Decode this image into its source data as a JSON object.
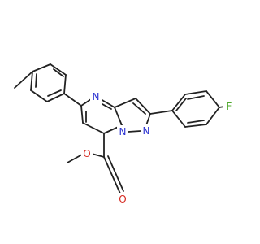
{
  "molecule": {
    "atoms": [
      {
        "symbol": "N",
        "color": "#2a31d1"
      },
      {
        "symbol": "N",
        "color": "#2a31d1"
      },
      {
        "symbol": "N",
        "color": "#2a31d1"
      },
      {
        "symbol": "F",
        "color": "#4ea82b"
      },
      {
        "symbol": "O",
        "color": "#d62a22"
      },
      {
        "symbol": "O",
        "color": "#d62a22"
      }
    ],
    "bond_color": "#222222"
  }
}
